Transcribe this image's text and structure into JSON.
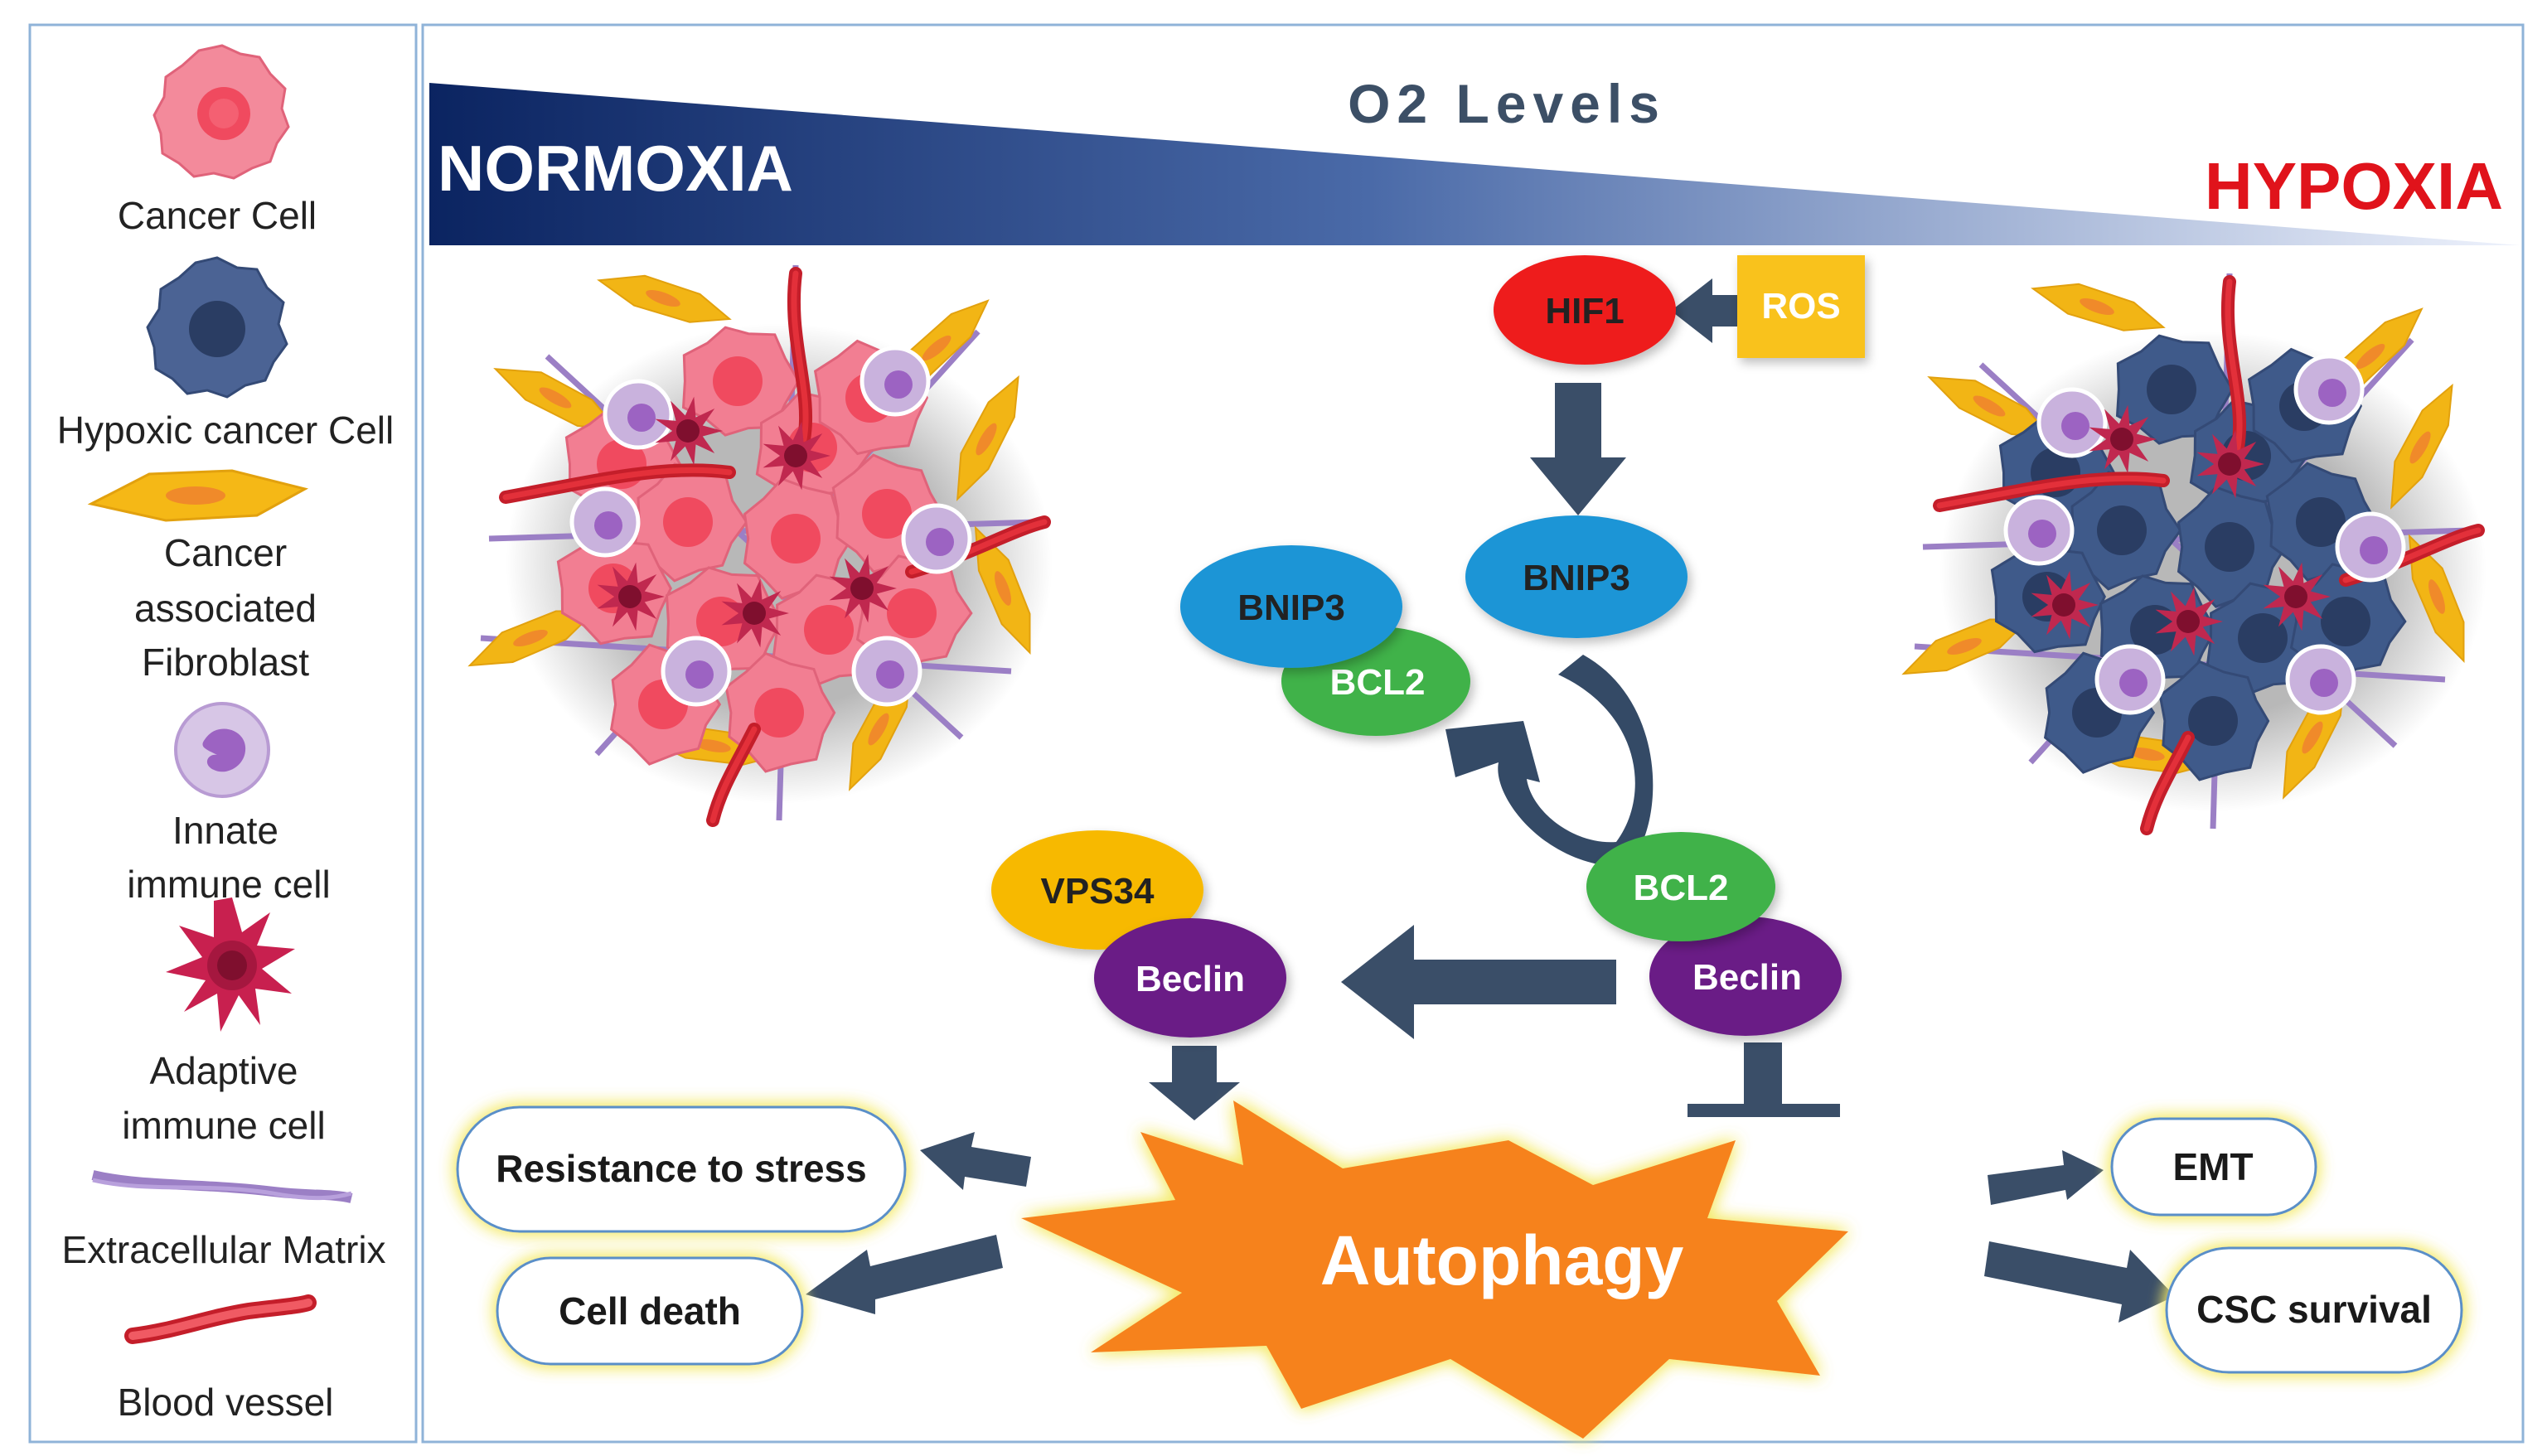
{
  "legend": {
    "items": [
      {
        "label": "Cancer Cell",
        "icon": "cancer-cell-icon"
      },
      {
        "label": "Hypoxic cancer Cell",
        "icon": "hypoxic-cancer-cell-icon"
      },
      {
        "label": "Cancer",
        "icon": "fibroblast-icon"
      },
      {
        "label": "associated"
      },
      {
        "label": "Fibroblast"
      },
      {
        "label": "Innate",
        "icon": "innate-immune-cell-icon"
      },
      {
        "label": "immune cell"
      },
      {
        "label": "Adaptive",
        "icon": "adaptive-immune-cell-icon"
      },
      {
        "label": "immune cell"
      },
      {
        "label": "Extracellular Matrix",
        "icon": "extracellular-matrix-icon"
      },
      {
        "label": "Blood vessel",
        "icon": "blood-vessel-icon"
      }
    ]
  },
  "gradient": {
    "title": "O2 Levels",
    "left_label": "NORMOXIA",
    "right_label": "HYPOXIA"
  },
  "nodes": {
    "hif1": "HIF1",
    "ros": "ROS",
    "bnip3_top": "BNIP3",
    "bnip3_left": "BNIP3",
    "bcl2_left": "BCL2",
    "bcl2_right": "BCL2",
    "vps34": "VPS34",
    "beclin_left": "Beclin",
    "beclin_right": "Beclin",
    "autophagy": "Autophagy"
  },
  "outcomes": {
    "resistance": "Resistance to stress",
    "cell_death": "Cell death",
    "emt": "EMT",
    "csc": "CSC survival"
  },
  "colors": {
    "gradient_dark": "#0b2461",
    "gradient_light": "#e8eefb",
    "arrow": "#3a4e68",
    "hif1": "#ee1c1c",
    "ros": "#f9c21a",
    "bnip3": "#1e95d6",
    "bcl2": "#3fb24a",
    "vps34": "#f7b900",
    "beclin": "#6a1f86",
    "autophagy": "#f6821f",
    "hypoxia_text": "#e0131b",
    "normoxia_text": "#ffffff",
    "outcome_glow": "#f5ec8a",
    "cancer_cell": "#f27e92",
    "hypoxic_cell": "#3f5a8a",
    "fibroblast": "#f2b515",
    "innate_cell": "#c9b2dd",
    "adaptive_cell": "#c0284f",
    "ecm": "#9b7fc5",
    "vessel": "#e3303a"
  }
}
